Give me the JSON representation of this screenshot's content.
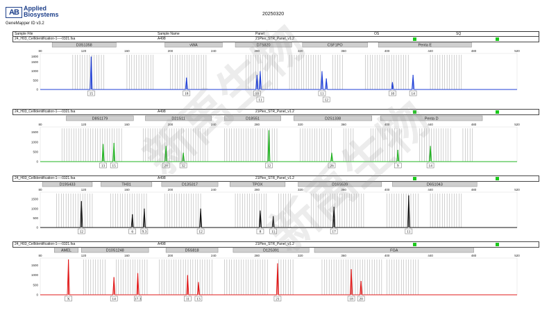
{
  "header": {
    "logo_mark": "AB",
    "company_line1": "Applied",
    "company_line2": "Biosystems",
    "software": "GeneMapper ID v3.2",
    "date": "20250320",
    "col_sample_file": "Sample File",
    "col_sample_name": "Sample Name",
    "col_panel": "Panel",
    "col_os": "OS",
    "col_sq": "SQ"
  },
  "colors": {
    "blue": "#1f3fd6",
    "green": "#22b422",
    "black": "#111111",
    "red": "#e01818",
    "bin": "#b0b0b0",
    "marker": "#cfcfcf",
    "flag": "#1bc81b"
  },
  "chart_data": [
    {
      "type": "line",
      "dye": "blue",
      "sample_file": "24_H03_CellIdentification-1----0321.fsa",
      "sample_name": "A498",
      "panel": "21Plex_STR_Panel_v1.2",
      "x_ticks": [
        80,
        120,
        160,
        200,
        240,
        280,
        320,
        360,
        400,
        440,
        480,
        520
      ],
      "xlim": [
        80,
        520
      ],
      "y_ticks": [
        1800,
        1500,
        1000,
        500,
        0
      ],
      "ylim": [
        0,
        1900
      ],
      "markers": [
        "D3S1358",
        "vWA",
        "D7S820",
        "CSF1PO",
        "Penta E"
      ],
      "peaks": [
        {
          "x": 127,
          "y": 1800,
          "label": "15"
        },
        {
          "x": 215,
          "y": 650,
          "label": "18"
        },
        {
          "x": 280,
          "y": 800,
          "label": "10"
        },
        {
          "x": 283,
          "y": 1000,
          "label": "11"
        },
        {
          "x": 340,
          "y": 1000,
          "label": "11"
        },
        {
          "x": 344,
          "y": 600,
          "label": "12"
        },
        {
          "x": 405,
          "y": 400,
          "label": "10"
        },
        {
          "x": 424,
          "y": 800,
          "label": "14"
        }
      ]
    },
    {
      "type": "line",
      "dye": "green",
      "sample_file": "24_H03_CellIdentification-1----0321.fsa",
      "sample_name": "A498",
      "panel": "21Plex_STR_Panel_v1.2",
      "x_ticks": [
        80,
        120,
        160,
        200,
        240,
        280,
        320,
        360,
        400,
        440,
        480,
        520
      ],
      "xlim": [
        80,
        520
      ],
      "y_ticks": [
        1500,
        1000,
        500,
        0
      ],
      "ylim": [
        0,
        1700
      ],
      "markers": [
        "D8S1179",
        "D21S11",
        "D18S51",
        "D2S1338",
        "Penta D"
      ],
      "peaks": [
        {
          "x": 138,
          "y": 900,
          "label": "13"
        },
        {
          "x": 148,
          "y": 950,
          "label": "15"
        },
        {
          "x": 196,
          "y": 800,
          "label": "28"
        },
        {
          "x": 212,
          "y": 450,
          "label": "32"
        },
        {
          "x": 291,
          "y": 1600,
          "label": "12"
        },
        {
          "x": 349,
          "y": 450,
          "label": "26"
        },
        {
          "x": 410,
          "y": 600,
          "label": "9"
        },
        {
          "x": 440,
          "y": 800,
          "label": "14"
        }
      ]
    },
    {
      "type": "line",
      "dye": "black",
      "sample_file": "24_H03_CellIdentification-1----0321.fsa",
      "sample_name": "A498",
      "panel": "21Plex_STR_Panel_v1.2",
      "x_ticks": [
        80,
        120,
        160,
        200,
        240,
        280,
        320,
        360,
        400,
        440,
        480,
        520
      ],
      "xlim": [
        80,
        520
      ],
      "y_ticks": [
        1500,
        1000,
        500,
        0
      ],
      "ylim": [
        0,
        1800
      ],
      "markers": [
        "D19S433",
        "TH01",
        "D13S317",
        "TPOX",
        "D16S539",
        "D6S1043"
      ],
      "peaks": [
        {
          "x": 118,
          "y": 1400,
          "label": "12"
        },
        {
          "x": 165,
          "y": 700,
          "label": "6"
        },
        {
          "x": 176,
          "y": 1000,
          "label": "9.3"
        },
        {
          "x": 228,
          "y": 1000,
          "label": "12"
        },
        {
          "x": 283,
          "y": 900,
          "label": "8"
        },
        {
          "x": 295,
          "y": 600,
          "label": "11"
        },
        {
          "x": 351,
          "y": 1100,
          "label": "17"
        },
        {
          "x": 420,
          "y": 1700,
          "label": "11"
        }
      ]
    },
    {
      "type": "line",
      "dye": "red",
      "sample_file": "24_H03_CellIdentification-1----0321.fsa",
      "sample_name": "A498",
      "panel": "21Plex_STR_Panel_v1.2",
      "x_ticks": [
        80,
        120,
        160,
        200,
        240,
        280,
        320,
        360,
        400,
        440,
        480,
        520
      ],
      "xlim": [
        80,
        520
      ],
      "y_ticks": [
        1500,
        1000,
        500,
        0
      ],
      "ylim": [
        0,
        1800
      ],
      "markers": [
        "AMEL",
        "D10S1248",
        "D5S818",
        "D12S391",
        "FGA"
      ],
      "peaks": [
        {
          "x": 106,
          "y": 1800,
          "label": "X"
        },
        {
          "x": 148,
          "y": 900,
          "label": "14"
        },
        {
          "x": 170,
          "y": 1100,
          "label": "17.3"
        },
        {
          "x": 216,
          "y": 1000,
          "label": "11"
        },
        {
          "x": 226,
          "y": 650,
          "label": "13"
        },
        {
          "x": 299,
          "y": 1600,
          "label": "21"
        },
        {
          "x": 367,
          "y": 1300,
          "label": "18"
        },
        {
          "x": 376,
          "y": 700,
          "label": "20"
        }
      ]
    }
  ],
  "watermark": "新禹生物"
}
